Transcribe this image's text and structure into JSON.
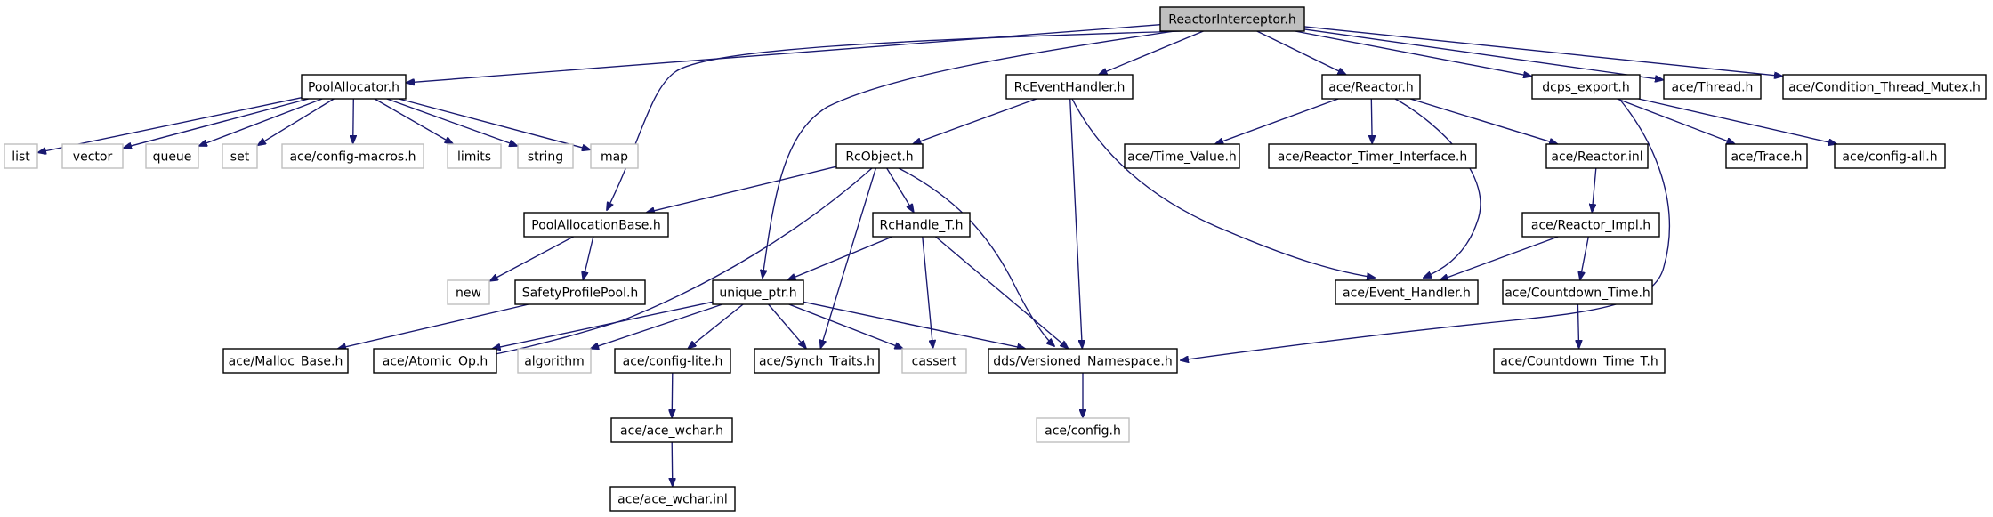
{
  "graph": {
    "colors": {
      "edge": "#191970",
      "node_border": "#000000",
      "missing_border": "#bfbfbf",
      "root_fill": "#bfbfbf",
      "node_fill": "#ffffff"
    },
    "nodes": [
      {
        "id": "root",
        "label": "ReactorInterceptor.h",
        "kind": "root"
      },
      {
        "id": "pa",
        "label": "PoolAllocator.h",
        "kind": "normal"
      },
      {
        "id": "reh",
        "label": "RcEventHandler.h",
        "kind": "normal"
      },
      {
        "id": "react",
        "label": "ace/Reactor.h",
        "kind": "normal"
      },
      {
        "id": "dcps",
        "label": "dcps_export.h",
        "kind": "normal"
      },
      {
        "id": "thread",
        "label": "ace/Thread.h",
        "kind": "normal"
      },
      {
        "id": "ctm",
        "label": "ace/Condition_Thread_Mutex.h",
        "kind": "normal"
      },
      {
        "id": "list",
        "label": "list",
        "kind": "missing"
      },
      {
        "id": "vector",
        "label": "vector",
        "kind": "missing"
      },
      {
        "id": "queue",
        "label": "queue",
        "kind": "missing"
      },
      {
        "id": "set",
        "label": "set",
        "kind": "missing"
      },
      {
        "id": "cm",
        "label": "ace/config-macros.h",
        "kind": "missing"
      },
      {
        "id": "limits",
        "label": "limits",
        "kind": "missing"
      },
      {
        "id": "string",
        "label": "string",
        "kind": "missing"
      },
      {
        "id": "map",
        "label": "map",
        "kind": "missing"
      },
      {
        "id": "rco",
        "label": "RcObject.h",
        "kind": "normal"
      },
      {
        "id": "tv",
        "label": "ace/Time_Value.h",
        "kind": "normal"
      },
      {
        "id": "rti",
        "label": "ace/Reactor_Timer_Interface.h",
        "kind": "normal"
      },
      {
        "id": "rinl",
        "label": "ace/Reactor.inl",
        "kind": "normal"
      },
      {
        "id": "trace",
        "label": "ace/Trace.h",
        "kind": "normal"
      },
      {
        "id": "cfgall",
        "label": "ace/config-all.h",
        "kind": "normal"
      },
      {
        "id": "pab",
        "label": "PoolAllocationBase.h",
        "kind": "normal"
      },
      {
        "id": "rht",
        "label": "RcHandle_T.h",
        "kind": "normal"
      },
      {
        "id": "rimpl",
        "label": "ace/Reactor_Impl.h",
        "kind": "normal"
      },
      {
        "id": "new",
        "label": "new",
        "kind": "missing"
      },
      {
        "id": "spp",
        "label": "SafetyProfilePool.h",
        "kind": "normal"
      },
      {
        "id": "uptr",
        "label": "unique_ptr.h",
        "kind": "normal"
      },
      {
        "id": "eh",
        "label": "ace/Event_Handler.h",
        "kind": "normal"
      },
      {
        "id": "cdt",
        "label": "ace/Countdown_Time.h",
        "kind": "normal"
      },
      {
        "id": "mb",
        "label": "ace/Malloc_Base.h",
        "kind": "normal"
      },
      {
        "id": "aop",
        "label": "ace/Atomic_Op.h",
        "kind": "normal"
      },
      {
        "id": "alg",
        "label": "algorithm",
        "kind": "missing"
      },
      {
        "id": "cl",
        "label": "ace/config-lite.h",
        "kind": "normal"
      },
      {
        "id": "st",
        "label": "ace/Synch_Traits.h",
        "kind": "normal"
      },
      {
        "id": "cassert",
        "label": "cassert",
        "kind": "missing"
      },
      {
        "id": "dvn",
        "label": "dds/Versioned_Namespace.h",
        "kind": "normal"
      },
      {
        "id": "cdtt",
        "label": "ace/Countdown_Time_T.h",
        "kind": "normal"
      },
      {
        "id": "aw",
        "label": "ace/ace_wchar.h",
        "kind": "normal"
      },
      {
        "id": "cfgh",
        "label": "ace/config.h",
        "kind": "missing"
      },
      {
        "id": "awi",
        "label": "ace/ace_wchar.inl",
        "kind": "normal"
      }
    ],
    "edges": [
      [
        "root",
        "pa"
      ],
      [
        "root",
        "pab"
      ],
      [
        "root",
        "uptr"
      ],
      [
        "root",
        "reh"
      ],
      [
        "root",
        "react"
      ],
      [
        "root",
        "dcps"
      ],
      [
        "root",
        "thread"
      ],
      [
        "root",
        "ctm"
      ],
      [
        "pa",
        "list"
      ],
      [
        "pa",
        "vector"
      ],
      [
        "pa",
        "queue"
      ],
      [
        "pa",
        "set"
      ],
      [
        "pa",
        "cm"
      ],
      [
        "pa",
        "limits"
      ],
      [
        "pa",
        "string"
      ],
      [
        "pa",
        "map"
      ],
      [
        "reh",
        "rco"
      ],
      [
        "reh",
        "dvn"
      ],
      [
        "reh",
        "eh"
      ],
      [
        "react",
        "tv"
      ],
      [
        "react",
        "rti"
      ],
      [
        "react",
        "rinl"
      ],
      [
        "react",
        "eh"
      ],
      [
        "dcps",
        "trace"
      ],
      [
        "dcps",
        "cfgall"
      ],
      [
        "dcps",
        "dvn"
      ],
      [
        "rco",
        "pab"
      ],
      [
        "rco",
        "rht"
      ],
      [
        "rco",
        "aop"
      ],
      [
        "rco",
        "st"
      ],
      [
        "rco",
        "dvn"
      ],
      [
        "rinl",
        "rimpl"
      ],
      [
        "pab",
        "new"
      ],
      [
        "pab",
        "spp"
      ],
      [
        "rht",
        "uptr"
      ],
      [
        "rht",
        "cassert"
      ],
      [
        "rht",
        "dvn"
      ],
      [
        "rimpl",
        "eh"
      ],
      [
        "rimpl",
        "cdt"
      ],
      [
        "spp",
        "mb"
      ],
      [
        "uptr",
        "aop"
      ],
      [
        "uptr",
        "alg"
      ],
      [
        "uptr",
        "cl"
      ],
      [
        "uptr",
        "st"
      ],
      [
        "uptr",
        "cassert"
      ],
      [
        "uptr",
        "dvn"
      ],
      [
        "cdt",
        "cdtt"
      ],
      [
        "cl",
        "aw"
      ],
      [
        "dvn",
        "cfgh"
      ],
      [
        "aw",
        "awi"
      ]
    ]
  }
}
